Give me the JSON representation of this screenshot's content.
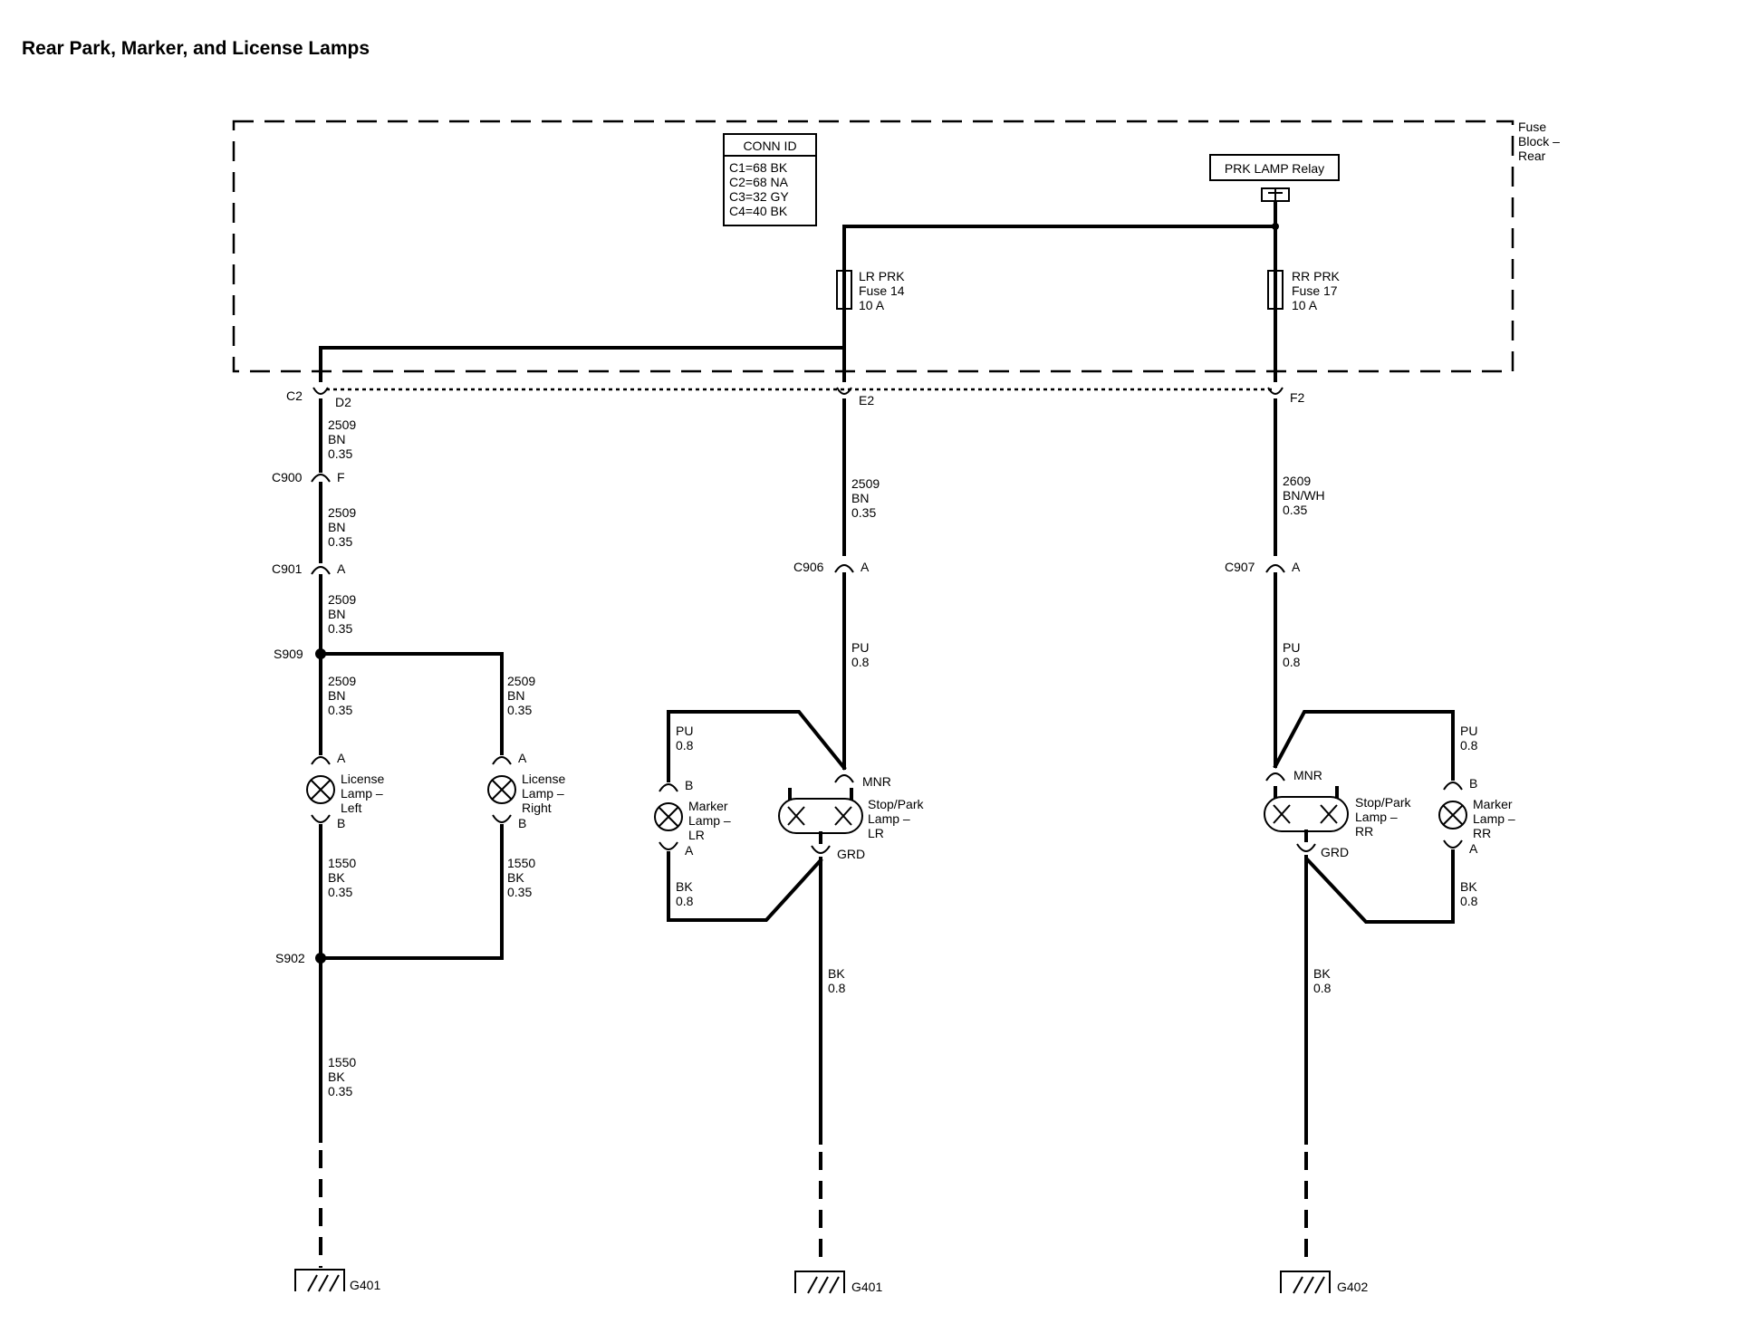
{
  "title": "Rear Park, Marker, and License Lamps",
  "fuse_block": {
    "label_lines": [
      "Fuse",
      "Block –",
      "Rear"
    ]
  },
  "conn_id": {
    "header": "CONN ID",
    "rows": [
      "C1=68 BK",
      "C2=68 NA",
      "C3=32 GY",
      "C4=40 BK"
    ]
  },
  "relay": {
    "label": "PRK LAMP Relay"
  },
  "fuses": [
    {
      "lines": [
        "LR PRK",
        "Fuse 14",
        "10 A"
      ]
    },
    {
      "lines": [
        "RR PRK",
        "Fuse 17",
        "10 A"
      ]
    }
  ],
  "connectors": {
    "c2": "C2",
    "d2": "D2",
    "e2": "E2",
    "f2": "F2",
    "c900": "C900",
    "c900_pin": "F",
    "c901": "C901",
    "c901_pin": "A",
    "c906": "C906",
    "c906_pin": "A",
    "c907": "C907",
    "c907_pin": "A"
  },
  "splices": {
    "s909": "S909",
    "s902": "S902"
  },
  "wires": {
    "d2_c900": [
      "2509",
      "BN",
      "0.35"
    ],
    "c900_c901": [
      "2509",
      "BN",
      "0.35"
    ],
    "c901_s909": [
      "2509",
      "BN",
      "0.35"
    ],
    "s909_lic_left": [
      "2509",
      "BN",
      "0.35"
    ],
    "s909_lic_right": [
      "2509",
      "BN",
      "0.35"
    ],
    "lic_left_s902": [
      "1550",
      "BK",
      "0.35"
    ],
    "lic_right_s902": [
      "1550",
      "BK",
      "0.35"
    ],
    "s902_g401": [
      "1550",
      "BK",
      "0.35"
    ],
    "e2_c906": [
      "2509",
      "BN",
      "0.35"
    ],
    "c906_lr": [
      "PU",
      "0.8"
    ],
    "lr_marker_pwr": [
      "PU",
      "0.8"
    ],
    "lr_marker_gnd": [
      "BK",
      "0.8"
    ],
    "lr_grd": [
      "BK",
      "0.8"
    ],
    "f2_c907": [
      "2609",
      "BN/WH",
      "0.35"
    ],
    "c907_rr": [
      "PU",
      "0.8"
    ],
    "rr_marker_pwr": [
      "PU",
      "0.8"
    ],
    "rr_marker_gnd": [
      "BK",
      "0.8"
    ],
    "rr_grd": [
      "BK",
      "0.8"
    ]
  },
  "lamps": {
    "license_left": {
      "lines": [
        "License",
        "Lamp –",
        "Left"
      ],
      "pin_top": "A",
      "pin_bottom": "B"
    },
    "license_right": {
      "lines": [
        "License",
        "Lamp –",
        "Right"
      ],
      "pin_top": "A",
      "pin_bottom": "B"
    },
    "marker_lr": {
      "lines": [
        "Marker",
        "Lamp –",
        "LR"
      ],
      "pin_top": "B",
      "pin_bottom": "A"
    },
    "stop_park_lr": {
      "lines": [
        "Stop/Park",
        "Lamp –",
        "LR"
      ],
      "pin_top": "MNR",
      "pin_bottom": "GRD"
    },
    "stop_park_rr": {
      "lines": [
        "Stop/Park",
        "Lamp –",
        "RR"
      ],
      "pin_top": "MNR",
      "pin_bottom": "GRD"
    },
    "marker_rr": {
      "lines": [
        "Marker",
        "Lamp –",
        "RR"
      ],
      "pin_top": "B",
      "pin_bottom": "A"
    }
  },
  "grounds": {
    "g1": "G401",
    "g2": "G401",
    "g3": "G402"
  }
}
